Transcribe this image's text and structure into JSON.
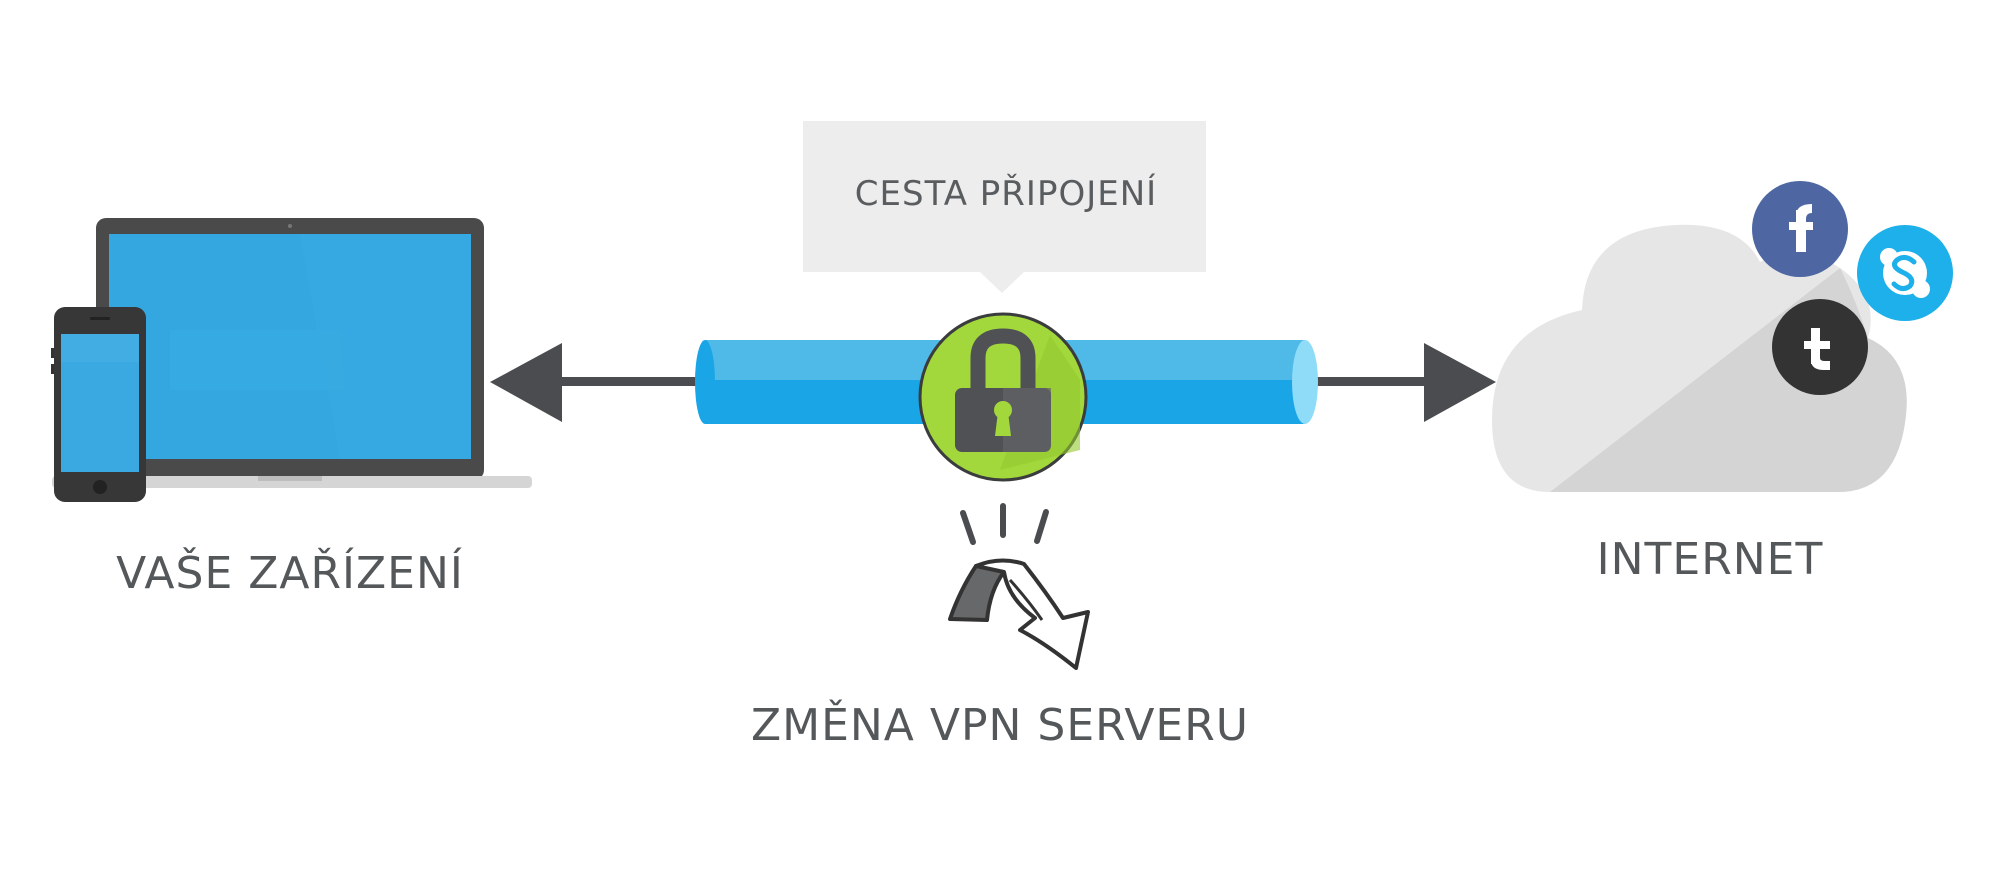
{
  "diagram": {
    "callout": {
      "title": "CESTA PŘIPOJENÍ"
    },
    "devices": {
      "label": "VAŠE ZAŘÍZENÍ"
    },
    "internet": {
      "label": "INTERNET"
    },
    "vpn": {
      "label": "ZMĚNA VPN SERVERU"
    },
    "social_icons": [
      "facebook-icon",
      "skype-icon",
      "tumblr-icon"
    ],
    "colors": {
      "text": "#55585a",
      "tunnel": "#1aa6e6",
      "tunnel_highlight": "#4fb9e8",
      "lock_bg": "#a3d83c",
      "lock_body": "#4f5154",
      "arrow": "#4a4c4f",
      "callout_bg": "#ededed",
      "cloud": "#e6e6e6",
      "facebook": "#4e67a3",
      "skype": "#1eb0ea",
      "tumblr": "#333333",
      "screen": "#34a7e0",
      "device_frame": "#4a4a4a"
    }
  }
}
